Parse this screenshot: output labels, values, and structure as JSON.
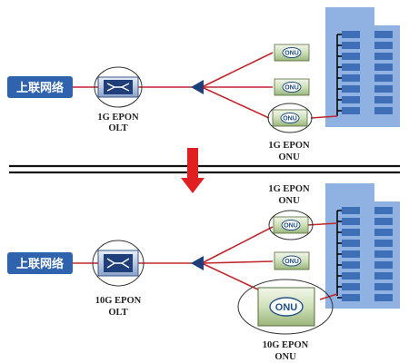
{
  "top": {
    "uplink_label": "上联网络",
    "olt_label_line1": "1G EPON",
    "olt_label_line2": "OLT",
    "onu_label_line1": "1G EPON",
    "onu_label_line2": "ONU",
    "onu_badges": [
      "ONU",
      "ONU",
      "ONU"
    ]
  },
  "bottom": {
    "uplink_label": "上联网络",
    "olt_label_line1": "10G EPON",
    "olt_label_line2": "OLT",
    "onu_top_label_line1": "1G EPON",
    "onu_top_label_line2": "ONU",
    "onu_bottom_label_line1": "10G EPON",
    "onu_bottom_label_line2": "ONU",
    "onu_badges": [
      "ONU",
      "ONU",
      "ONU"
    ]
  },
  "colors": {
    "uplink_fill": "#2f63ad",
    "link_line": "#c0272d",
    "building": "#8fb2e3",
    "window": "#3f6fb6",
    "arrow": "#e02020",
    "splitter": "#1f3f7a",
    "divider": "#111111"
  }
}
